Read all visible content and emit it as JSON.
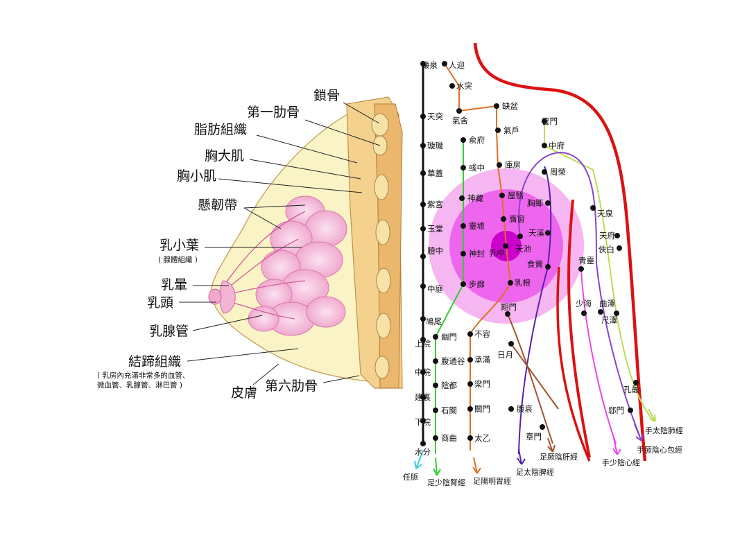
{
  "anatomy": {
    "labels": {
      "clavicle": "鎖骨",
      "first_rib": "第一肋骨",
      "adipose": "脂肪組織",
      "pec_major": "胸大肌",
      "pec_minor": "胸小肌",
      "suspensory": "懸韌帶",
      "lobule": "乳小葉",
      "lobule_note": "( 腺體組織 )",
      "areola": "乳暈",
      "nipple": "乳頭",
      "duct": "乳腺管",
      "connective": "結蹄組織",
      "connective_note1": "( 乳房內充滿非常多的血管、",
      "connective_note2": "微血管、乳腺管、淋巴管 )",
      "skin": "皮膚",
      "sixth_rib": "第六肋骨"
    }
  },
  "meridian_map": {
    "colors": {
      "ren": "#111111",
      "kidney": "#33cc33",
      "stomach": "#e07020",
      "spleen": "#5522aa",
      "liver": "#a0522d",
      "lung": "#bbdd55",
      "pericardium": "#8844cc",
      "heart": "#ee44ee",
      "gallbladder": "#dd1111",
      "glow_outer": "#f6b6f2",
      "glow_mid": "#ee66ee",
      "glow_inner": "#cc00cc"
    },
    "points": {
      "lianquan": "廉泉",
      "renying": "人迎",
      "shuitu": "水突",
      "tiantu": "天突",
      "qishe": "氣舍",
      "quepen": "缺盆",
      "qihu": "氣戶",
      "xuanji": "璇璣",
      "shufu": "兪府",
      "huagai": "華蓋",
      "yuzhong": "彧中",
      "kufang": "庫房",
      "zigong": "紫宮",
      "shencang": "神藏",
      "wuyi": "屋翳",
      "yutang": "玉堂",
      "lingxu": "靈墟",
      "yingchuang": "膺窗",
      "shanzhong": "膻中",
      "shenfeng": "神封",
      "ruzhong": "乳中",
      "tianchi": "天池",
      "zhongting": "中庭",
      "bulang": "步廊",
      "rugen": "乳根",
      "jiuwei": "鳩尾",
      "qimen": "期門",
      "shangwan": "上院",
      "youmen": "幽門",
      "burong": "不容",
      "riyue": "日月",
      "futonggu": "腹通谷",
      "chengman": "承滿",
      "zhongwan": "中院",
      "yindu": "陰都",
      "liangmen": "梁門",
      "jianli": "建裏",
      "shiguan": "石關",
      "guanmen": "關門",
      "fuai": "腹哀",
      "xiawan": "下院",
      "shangqu": "商曲",
      "taiyi": "太乙",
      "zhangmen": "章門",
      "shuifen": "水分",
      "yunmen": "雲門",
      "zhongfu": "中府",
      "zhourong": "周榮",
      "xiongxiang": "胸鄉",
      "tianxi": "天溪",
      "shidou": "食竇",
      "tianquan": "天泉",
      "tianfu": "天府",
      "xiabai": "俠白",
      "qingling": "靑靈",
      "shaohai": "少海",
      "quze": "曲澤",
      "chize": "尺澤",
      "kongzui": "孔最",
      "ximen": "郄門"
    },
    "legend": {
      "ren": "任脈",
      "kidney": "足少陰腎經",
      "stomach": "足陽明胃經",
      "spleen": "足太陰脾經",
      "liver": "足厥陰肝經",
      "heart": "手少陰心經",
      "pericardium": "手厥陰心包經",
      "lung": "手太陰肺經"
    }
  }
}
